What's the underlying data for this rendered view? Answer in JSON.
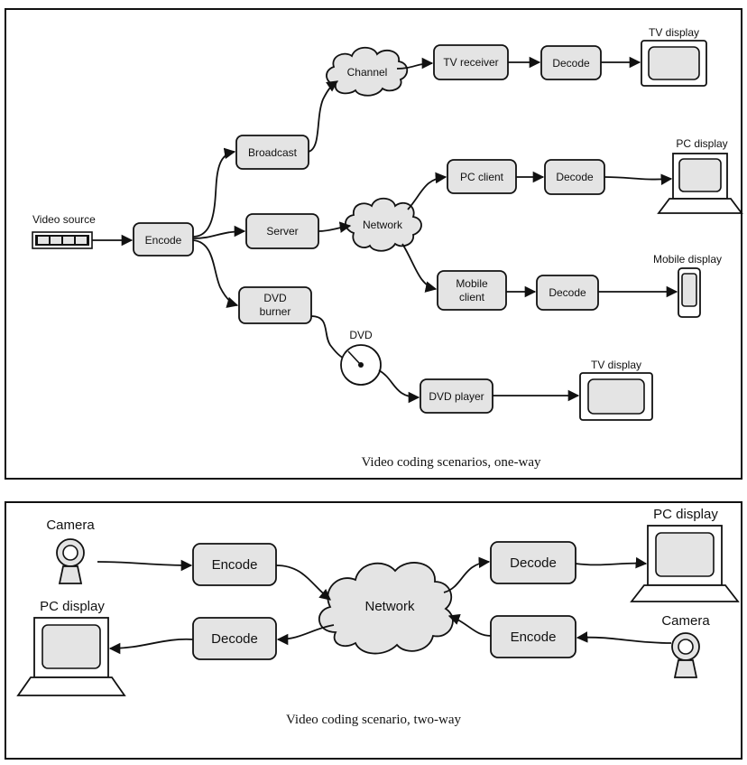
{
  "one_way": {
    "caption": "Video coding scenarios, one-way",
    "video_source": "Video source",
    "encode": "Encode",
    "broadcast": "Broadcast",
    "server": "Server",
    "dvd_burner": [
      "DVD",
      "burner"
    ],
    "channel": "Channel",
    "network": "Network",
    "dvd": "DVD",
    "tv_receiver": "TV receiver",
    "pc_client": "PC client",
    "mobile_client": [
      "Mobile",
      "client"
    ],
    "dvd_player": "DVD player",
    "decode_tv": "Decode",
    "decode_pc": "Decode",
    "decode_mobile": "Decode",
    "tv_display_top": "TV display",
    "pc_display": "PC display",
    "mobile_display": "Mobile display",
    "tv_display_bottom": "TV display"
  },
  "two_way": {
    "caption": "Video coding scenario, two-way",
    "camera_left": "Camera",
    "pc_display_left": "PC display",
    "encode_left": "Encode",
    "decode_left": "Decode",
    "network": "Network",
    "decode_right": "Decode",
    "encode_right": "Encode",
    "pc_display_right": "PC display",
    "camera_right": "Camera"
  },
  "colors": {
    "box_fill": "#e4e4e4",
    "line": "#111111"
  }
}
